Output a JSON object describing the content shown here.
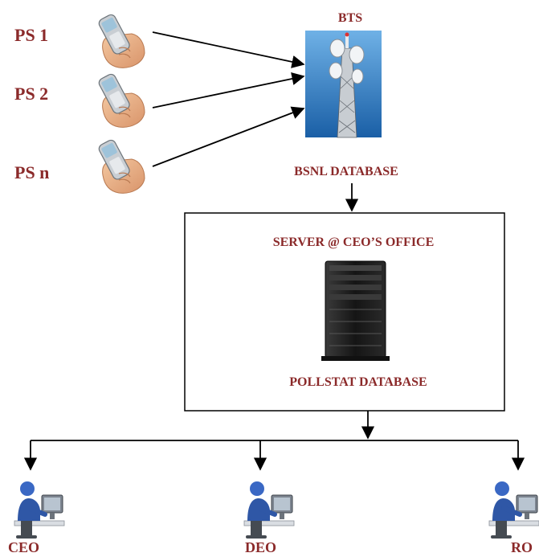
{
  "senders": [
    {
      "label": "PS 1"
    },
    {
      "label": "PS 2"
    },
    {
      "label": "PS n"
    }
  ],
  "bts": {
    "label": "BTS"
  },
  "bsnl_database": {
    "label": "BSNL DATABASE"
  },
  "server": {
    "title": "SERVER @ CEO’S OFFICE",
    "database": "POLLSTAT DATABASE"
  },
  "receivers": [
    {
      "label": "CEO"
    },
    {
      "label": "DEO"
    },
    {
      "label": "RO"
    }
  ],
  "colors": {
    "label": "#8b2a2a",
    "sky": "#1f6fb5",
    "tower": "#cfd6dc",
    "server": "#1b1b1b",
    "person": "#3a68c4"
  },
  "icons": {
    "sender": "mobile-phone-in-hand-icon",
    "bts": "cell-tower-icon",
    "server": "server-tower-icon",
    "receiver": "user-at-computer-icon"
  }
}
